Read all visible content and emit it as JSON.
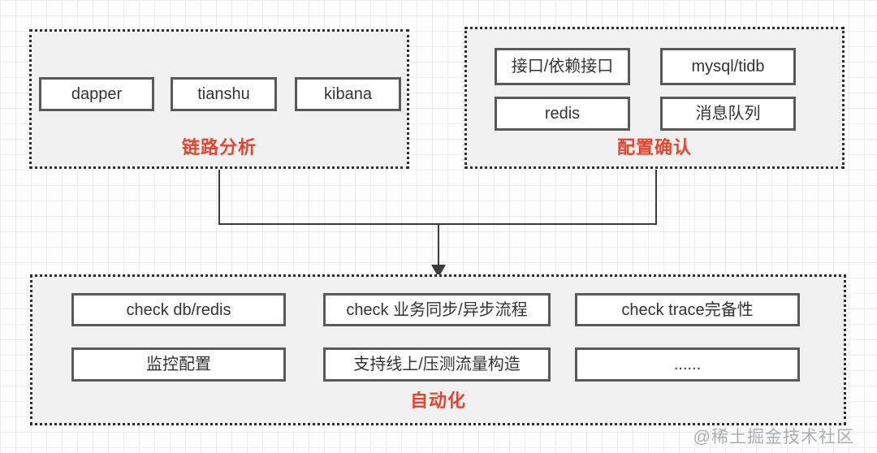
{
  "diagram": {
    "groups": {
      "link_analysis": {
        "label": "链路分析",
        "items": [
          "dapper",
          "tianshu",
          "kibana"
        ]
      },
      "config_confirm": {
        "label": "配置确认",
        "items": [
          "接口/依赖接口",
          "mysql/tidb",
          "redis",
          "消息队列"
        ]
      },
      "automation": {
        "label": "自动化",
        "items": [
          "check db/redis",
          "check 业务同步/异步流程",
          "check trace完备性",
          "监控配置",
          "支持线上/压测流量构造",
          "......"
        ]
      }
    },
    "flow": "link_analysis + config_confirm -> automation",
    "colors": {
      "label_red": "#e8432d",
      "node_border": "#595959",
      "group_fill": "#f1f1f2",
      "group_border": "#2e2e2e",
      "connector": "#3b3b3b",
      "grid_line": "#ededed",
      "watermark_gray": "#aaadb2"
    },
    "watermark": "@稀土掘金技术社区"
  }
}
